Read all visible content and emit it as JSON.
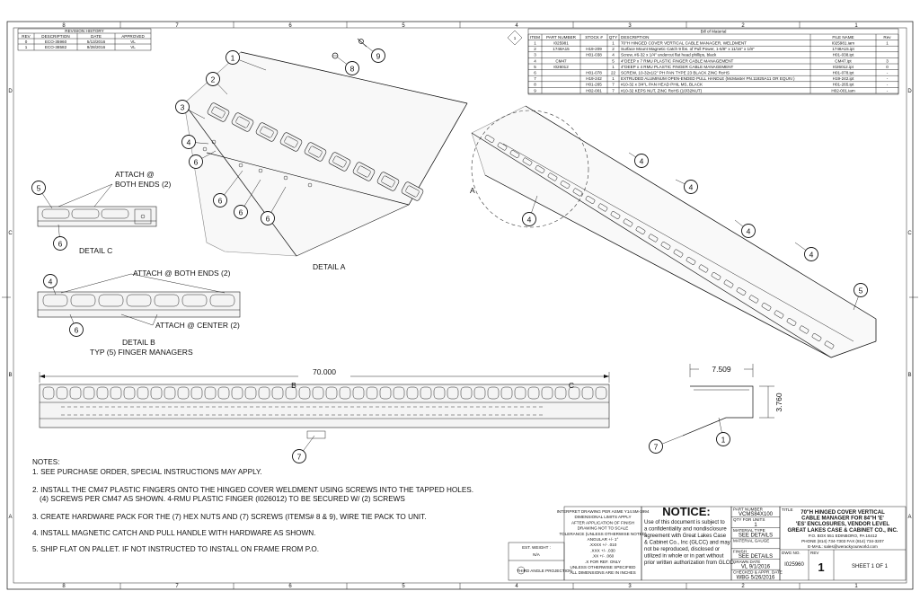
{
  "border": {
    "zones_top": [
      "8",
      "7",
      "6",
      "5",
      "4",
      "3",
      "2",
      "1"
    ],
    "zones_side": [
      "D",
      "C",
      "B",
      "A"
    ]
  },
  "revision_history": {
    "title": "REVISION HISTORY",
    "headers": [
      "REV",
      "DESCRIPTION",
      "DATE",
      "APPROVED"
    ],
    "rows": [
      [
        "0",
        "ECO-35960",
        "5/13/2016",
        "VL"
      ],
      [
        "1",
        "ECO-38582",
        "9/28/2016",
        "VL"
      ]
    ]
  },
  "bom": {
    "title": "Bill of Material",
    "flag": "1",
    "headers": [
      "ITEM",
      "PART NUMBER",
      "STOCK #",
      "QTY",
      "DESCRIPTION",
      "FILE NAME",
      "Rev"
    ],
    "rows": [
      [
        "1",
        "I025981",
        "",
        "1",
        "70\"H HINGED COVER VERTICAL CABLE MANAGER, WELDMENT",
        "I025981.iam",
        "1"
      ],
      [
        "2",
        "1748A15",
        "H19-209",
        "2",
        "Surface Mount Magnetic Catch 9 lbs. of Pull Power, 1-5/8\" x 11/16\" x 1/8\"",
        "1748A15.ipt",
        ""
      ],
      [
        "3",
        "",
        "H01-038",
        "4",
        "Screw, #6-32 x 1/4\" undercut flat head phillips, black",
        "H01-038.ipt",
        ""
      ],
      [
        "4",
        "CM47",
        "",
        "5",
        "4\"DEEP x 7 RMU PLASTIC FINGER CABLE MANAGEMENT",
        "CM47.ipt",
        "3"
      ],
      [
        "5",
        "I026012",
        "",
        "1",
        "4\"DEEP x 4 RMU PLASTIC FINGER CABLE MANAGEMENT",
        "I026012.ipt",
        "0"
      ],
      [
        "6",
        "",
        "H01-078",
        "22",
        "SCREW, 10-32x1/2\" PH PAN TYPE 23 BLACK ZINC RoHS",
        "H01-078.ipt",
        "-"
      ],
      [
        "7",
        "",
        "H19-242",
        "1",
        "EXTRUDED ALUMINUM OPEN-ENDED PULL HANDLE (McMaster PN.11825A11 OR EQUIV.)",
        "H19-242.ipt",
        "-"
      ],
      [
        "8",
        "",
        "H01-265",
        "7",
        "#10-32 x 3/4\"L PAN HEAD PHIL MS, BLACK",
        "H01-265.ipt",
        "-"
      ],
      [
        "9",
        "",
        "H02-001",
        "7",
        "#10-32 KEPS NUT, ZINC RoHS (10/32NUT)",
        "H02-001.iam",
        "-"
      ]
    ]
  },
  "callouts": {
    "attach_both_ends_2": "ATTACH @ BOTH ENDS (2)",
    "attach_at": "ATTACH @",
    "both_ends_2": "BOTH ENDS (2)",
    "attach_center_2": "ATTACH @ CENTER (2)"
  },
  "detail_labels": {
    "a": "DETAIL  A",
    "b": "DETAIL  B",
    "b_sub": "TYP (5) FINGER MANAGERS",
    "c": "DETAIL  C",
    "view_a": "A"
  },
  "dimensions": {
    "overall_length": "70.000",
    "section_width": "7.509",
    "section_height": "3.760",
    "marker_b": "B",
    "marker_c": "C"
  },
  "notes": {
    "title": "NOTES:",
    "items": [
      "1. SEE PURCHASE ORDER, SPECIAL INSTRUCTIONS MAY APPLY.",
      "2. INSTALL THE CM47 PLASTIC FINGERS ONTO THE HINGED COVER WELDMENT USING SCREWS INTO THE TAPPED HOLES.",
      "(4) SCREWS PER CM47 AS SHOWN. 4-RMU PLASTIC FINGER (I026012) TO BE SECURED W/ (2) SCREWS",
      "3. CREATE HARDWARE PACK FOR THE (7) HEX NUTS AND (7) SCREWS (ITEMS# 8 & 9), WIRE TIE PACK TO UNIT.",
      "4. INSTALL MAGNETIC CATCH AND PULL HANDLE WITH HARDWARE AS SHOWN.",
      "5. SHIP FLAT ON PALLET. IF NOT INSTRUCTED TO INSTALL ON FRAME FROM P.O."
    ]
  },
  "title_block": {
    "est_weight_label": "EST. WEIGHT :",
    "est_weight_value": "N/A",
    "projection": "THIRD ANGLE PROJECTION",
    "std_lines": [
      "INTERPRET DRAWING PER ASME Y14.5M-1994",
      "DIMENSIONAL LIMITS APPLY",
      "AFTER APPLICATION OF FINISH",
      "DRAWING NOT TO SCALE",
      "TOLERANCE (UNLESS OTHERWISE NOTED)",
      "ANGULAR +/- 1°",
      ".XXXX +/- .010",
      ".XXX +/- .030",
      ".XX +/- .060",
      ".X FOR REF. ONLY",
      "UNLESS OTHERWISE SPECIFIED",
      "ALL DIMENSIONS ARE IN INCHES"
    ],
    "notice_title": "NOTICE:",
    "notice_lines": [
      "Use of this document is subject to",
      "a confidentiality and nondisclosure",
      "agreement with Great Lakes Case",
      "& Cabinet Co., Inc (GLCC) and may",
      "not be reproduced, disclosed or",
      "utilized in whole or in part without",
      "prior written authorization from GLCC."
    ],
    "part_number_label": "PART NUMBER",
    "part_number": "VCMS84X100",
    "qty_label": "QTY FOR UNITS",
    "qty": "1",
    "material_type_label": "MATERIAL TYPE",
    "material_type": "SEE DETAILS",
    "material_gauge_label": "MATERIAL GAUGE",
    "finish_label": "FINISH",
    "finish": "SEE DETAILS",
    "drawn_label": "DRAWN",
    "drawn": "VL",
    "drawn_date": "9/1/2016",
    "checked_label": "CHECKED & APPR.",
    "checked": "WBG",
    "checked_date": "5/26/2016",
    "date_label": "DATE",
    "title_label": "TITLE",
    "title": "70\"H HINGED COVER VERTICAL CABLE MANAGER FOR 84\"H 'E' 'ES' ENCLOSURES, VENDOR LEVEL",
    "company": "GREAT LAKES CASE & CABINET CO., INC.",
    "address": "P.O. BOX 551 EDINBORO, PA 16412",
    "phone": "PHONE (814) 734-7303 FAX (814) 734-3207",
    "email": "E-MAIL: sales@werackyourworld.com",
    "dwg_no_label": "DWG NO.",
    "dwg_no": "I025960",
    "rev_label": "REV",
    "rev": "1",
    "sheet": "SHEET 1 OF 1"
  }
}
